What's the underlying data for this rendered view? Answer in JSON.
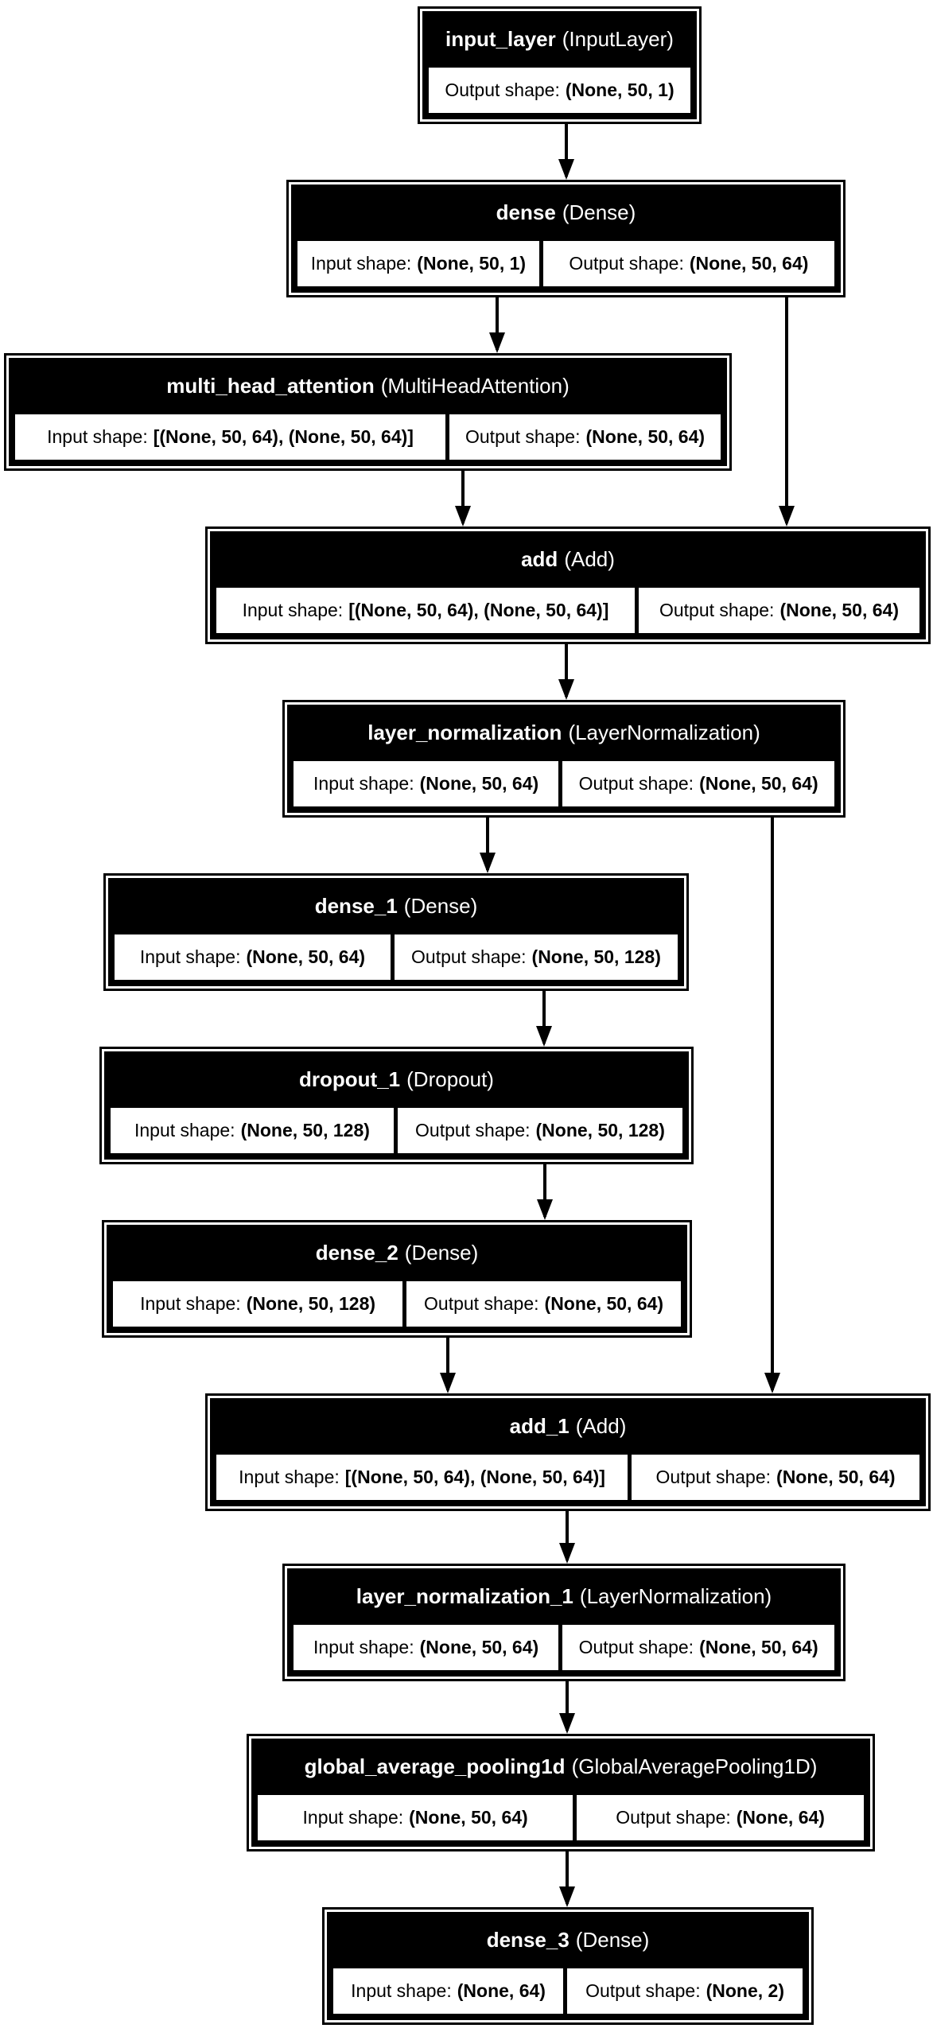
{
  "diagram": {
    "title": "Keras model architecture graph",
    "labels": {
      "input_prefix": "Input shape:",
      "output_prefix": "Output shape:"
    },
    "colors": {
      "node_fill": "#000000",
      "node_keyline": "#ffffff",
      "cell_fill": "#ffffff",
      "title_text": "#ffffff",
      "cell_text": "#000000",
      "edge": "#000000",
      "background": "#ffffff"
    },
    "nodes": [
      {
        "name": "input_layer",
        "class_display": "(InputLayer)",
        "output_shape": "(None, 50, 1)"
      },
      {
        "name": "dense",
        "class_display": "(Dense)",
        "input_shape": "(None, 50, 1)",
        "output_shape": "(None, 50, 64)"
      },
      {
        "name": "multi_head_attention",
        "class_display": "(MultiHeadAttention)",
        "input_shape": "[(None, 50, 64), (None, 50, 64)]",
        "output_shape": "(None, 50, 64)"
      },
      {
        "name": "add",
        "class_display": "(Add)",
        "input_shape": "[(None, 50, 64), (None, 50, 64)]",
        "output_shape": "(None, 50, 64)"
      },
      {
        "name": "layer_normalization",
        "class_display": "(LayerNormalization)",
        "input_shape": "(None, 50, 64)",
        "output_shape": "(None, 50, 64)"
      },
      {
        "name": "dense_1",
        "class_display": "(Dense)",
        "input_shape": "(None, 50, 64)",
        "output_shape": "(None, 50, 128)"
      },
      {
        "name": "dropout_1",
        "class_display": "(Dropout)",
        "input_shape": "(None, 50, 128)",
        "output_shape": "(None, 50, 128)"
      },
      {
        "name": "dense_2",
        "class_display": "(Dense)",
        "input_shape": "(None, 50, 128)",
        "output_shape": "(None, 50, 64)"
      },
      {
        "name": "add_1",
        "class_display": "(Add)",
        "input_shape": "[(None, 50, 64), (None, 50, 64)]",
        "output_shape": "(None, 50, 64)"
      },
      {
        "name": "layer_normalization_1",
        "class_display": "(LayerNormalization)",
        "input_shape": "(None, 50, 64)",
        "output_shape": "(None, 50, 64)"
      },
      {
        "name": "global_average_pooling1d",
        "class_display": "(GlobalAveragePooling1D)",
        "input_shape": "(None, 50, 64)",
        "output_shape": "(None, 64)"
      },
      {
        "name": "dense_3",
        "class_display": "(Dense)",
        "input_shape": "(None, 64)",
        "output_shape": "(None, 2)"
      }
    ],
    "edges": [
      {
        "from": "input_layer",
        "to": "dense"
      },
      {
        "from": "dense",
        "to": "multi_head_attention"
      },
      {
        "from": "dense",
        "to": "add"
      },
      {
        "from": "multi_head_attention",
        "to": "add"
      },
      {
        "from": "add",
        "to": "layer_normalization"
      },
      {
        "from": "layer_normalization",
        "to": "dense_1"
      },
      {
        "from": "layer_normalization",
        "to": "add_1"
      },
      {
        "from": "dense_1",
        "to": "dropout_1"
      },
      {
        "from": "dropout_1",
        "to": "dense_2"
      },
      {
        "from": "dense_2",
        "to": "add_1"
      },
      {
        "from": "add_1",
        "to": "layer_normalization_1"
      },
      {
        "from": "layer_normalization_1",
        "to": "global_average_pooling1d"
      },
      {
        "from": "global_average_pooling1d",
        "to": "dense_3"
      }
    ]
  }
}
